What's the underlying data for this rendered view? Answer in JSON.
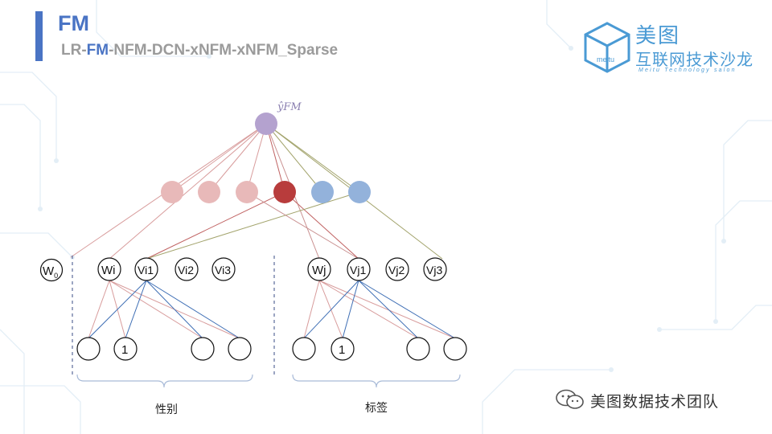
{
  "header": {
    "title": "FM",
    "subtitle_parts": [
      "LR-",
      "FM",
      "-NFM-DCN-xNFM-xNFM_Sparse"
    ]
  },
  "logo": {
    "cube_text": "meitu",
    "line1": "美图",
    "line2": "互联网技术沙龙",
    "line3": "Meitu Technology salon"
  },
  "diagram": {
    "output_label": "ŷFM",
    "hidden_colors": [
      "#e8b9b9",
      "#e8b9b9",
      "#e8b9b9",
      "#b83c3c",
      "#93b2db",
      "#93b2db"
    ],
    "w0_label": "W0",
    "left_nodes": [
      "Wi",
      "Vi1",
      "Vi2",
      "Vi3"
    ],
    "right_nodes": [
      "Wj",
      "Vj1",
      "Vj2",
      "Vj3"
    ],
    "bottom_left": [
      "",
      "1",
      "",
      ""
    ],
    "bottom_right": [
      "",
      "1",
      "",
      ""
    ],
    "group_left_label": "性别",
    "group_right_label": "标签"
  },
  "footer": {
    "wechat_text": "美图数据技术团队"
  },
  "colors": {
    "accent": "#4a74c4",
    "output_node": "#b4a2cf",
    "edge_red": "#d89c9c",
    "edge_blue": "#3f6fb5",
    "edge_olive": "#a3a46d"
  }
}
